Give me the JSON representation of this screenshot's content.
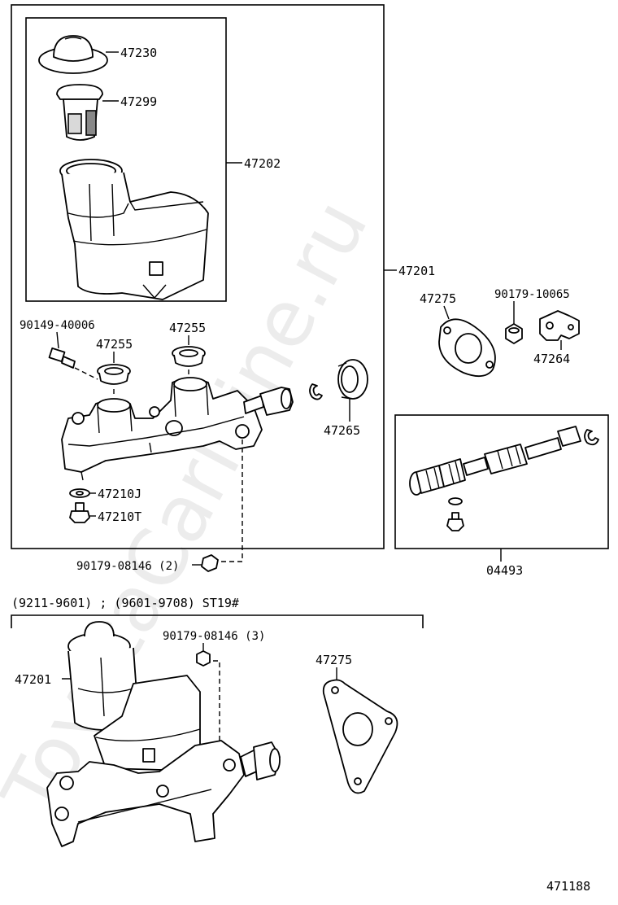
{
  "diagram": {
    "watermark": "ToyotaCarMine.ru",
    "figure_number": "471188",
    "labels": {
      "p47230": "47230",
      "p47299": "47299",
      "p47202": "47202",
      "p47201": "47201",
      "p90149": "90149-40006",
      "p47255a": "47255",
      "p47255b": "47255",
      "p47275": "47275",
      "p90179_10065": "90179-10065",
      "p47264": "47264",
      "p47265": "47265",
      "p47210j": "47210J",
      "p47210t": "47210T",
      "p90179_08146_2": "90179-08146 (2)",
      "p04493": "04493",
      "applicability": "(9211-9601)  ;  (9601-9708) ST19#",
      "p90179_08146_3": "90179-08146 (3)",
      "p47275b": "47275",
      "p47201b": "47201"
    }
  }
}
